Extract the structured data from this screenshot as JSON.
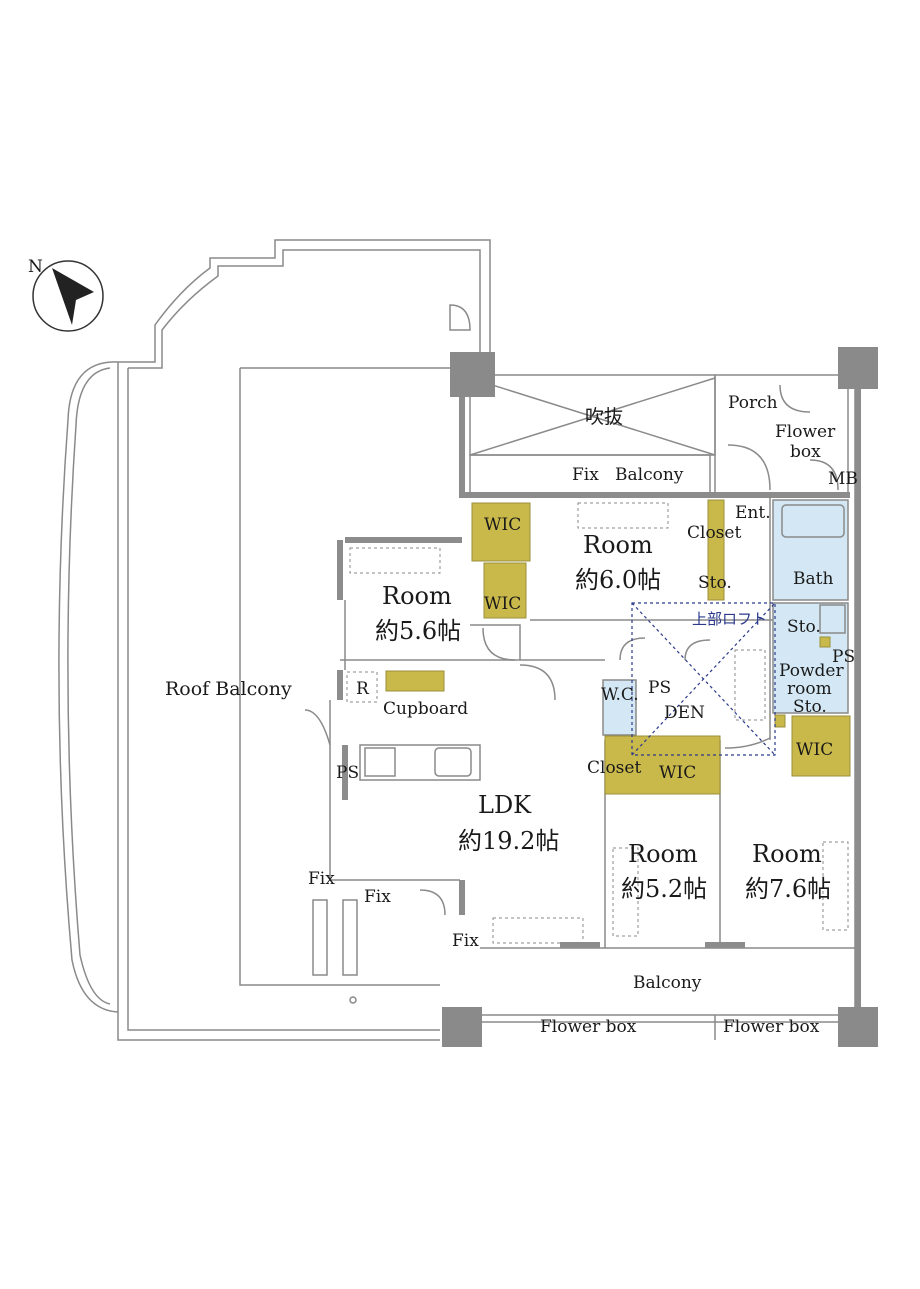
{
  "compass": {
    "label": "N"
  },
  "rooms": {
    "roof_balcony": "Roof Balcony",
    "atrium": "吹抜",
    "porch": "Porch",
    "flower_box_top_1": "Flower",
    "flower_box_top_2": "box",
    "mb": "MB",
    "fix_top": "Fix",
    "balcony_top": "Balcony",
    "ent": "Ent.",
    "closet_top": "Closet",
    "sto_top": "Sto.",
    "bath": "Bath",
    "room_north_label": "Room",
    "room_north_size": "約6.0帖",
    "wic_1": "WIC",
    "wic_2": "WIC",
    "room_west_label": "Room",
    "room_west_size": "約5.6帖",
    "loft": "上部ロフト",
    "sto_powder": "Sto.",
    "ps_powder": "PS",
    "powder_1": "Powder",
    "powder_2": "room",
    "sto_powder_2": "Sto.",
    "refrigerator": "R",
    "cupboard": "Cupboard",
    "wc": "W.C.",
    "ps_wc": "PS",
    "den": "DEN",
    "wic_right": "WIC",
    "ps_kitchen": "PS",
    "closet_den": "Closet",
    "wic_den": "WIC",
    "ldk_label": "LDK",
    "ldk_size": "約19.2帖",
    "room_mid_label": "Room",
    "room_mid_size": "約5.2帖",
    "room_east_label": "Room",
    "room_east_size": "約7.6帖",
    "fix_1": "Fix",
    "fix_2": "Fix",
    "fix_3": "Fix",
    "balcony_bottom": "Balcony",
    "flower_box_bottom_1": "Flower box",
    "flower_box_bottom_2": "Flower box"
  },
  "colors": {
    "storage": "#c9b84a",
    "wet_area": "#d3e8f4",
    "wall": "#8c8c8c",
    "loft": "#2b3a8c"
  }
}
